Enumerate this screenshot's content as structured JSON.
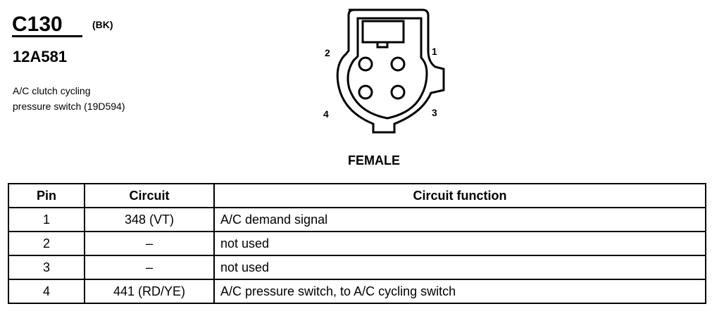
{
  "connector": {
    "id": "C130",
    "color": "(BK)",
    "part_number": "12A581",
    "description": [
      "A/C clutch cycling",
      "pressure switch (19D594)"
    ]
  },
  "diagram": {
    "pin_labels": [
      "1",
      "2",
      "3",
      "4"
    ],
    "gender": "FEMALE"
  },
  "table": {
    "headers": [
      "Pin",
      "Circuit",
      "Circuit function"
    ],
    "rows": [
      {
        "pin": "1",
        "circuit": "348 (VT)",
        "function": "A/C demand signal"
      },
      {
        "pin": "2",
        "circuit": "–",
        "function": "not used"
      },
      {
        "pin": "3",
        "circuit": "–",
        "function": "not used"
      },
      {
        "pin": "4",
        "circuit": "441 (RD/YE)",
        "function": "A/C pressure switch, to A/C cycling switch"
      }
    ]
  }
}
